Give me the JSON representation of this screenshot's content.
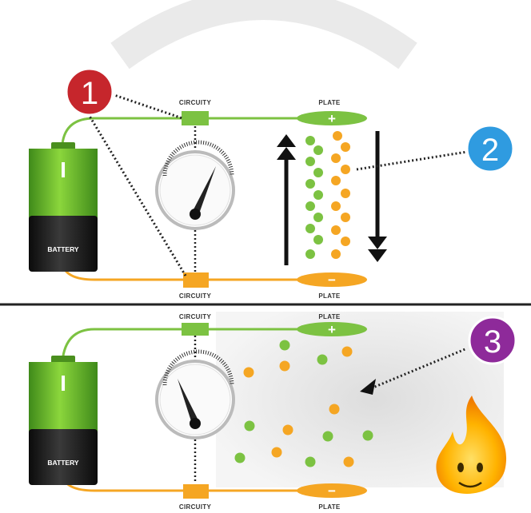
{
  "labels": {
    "circuity": "CIRCUITY",
    "plate": "PLATE",
    "battery": "BATTERY",
    "plus": "+",
    "minus": "−",
    "battery_mark": "I"
  },
  "callouts": [
    "1",
    "2",
    "3"
  ],
  "colors": {
    "green": "#7cc242",
    "orange": "#f5a623",
    "red": "#c6262c",
    "blue": "#2f9be0",
    "purple": "#8e2a9a",
    "divider": "#222222"
  },
  "icons": [
    "battery-icon",
    "gauge-icon",
    "arrow-up-icon",
    "arrow-down-icon",
    "electron-icon",
    "flame-mascot-icon"
  ]
}
